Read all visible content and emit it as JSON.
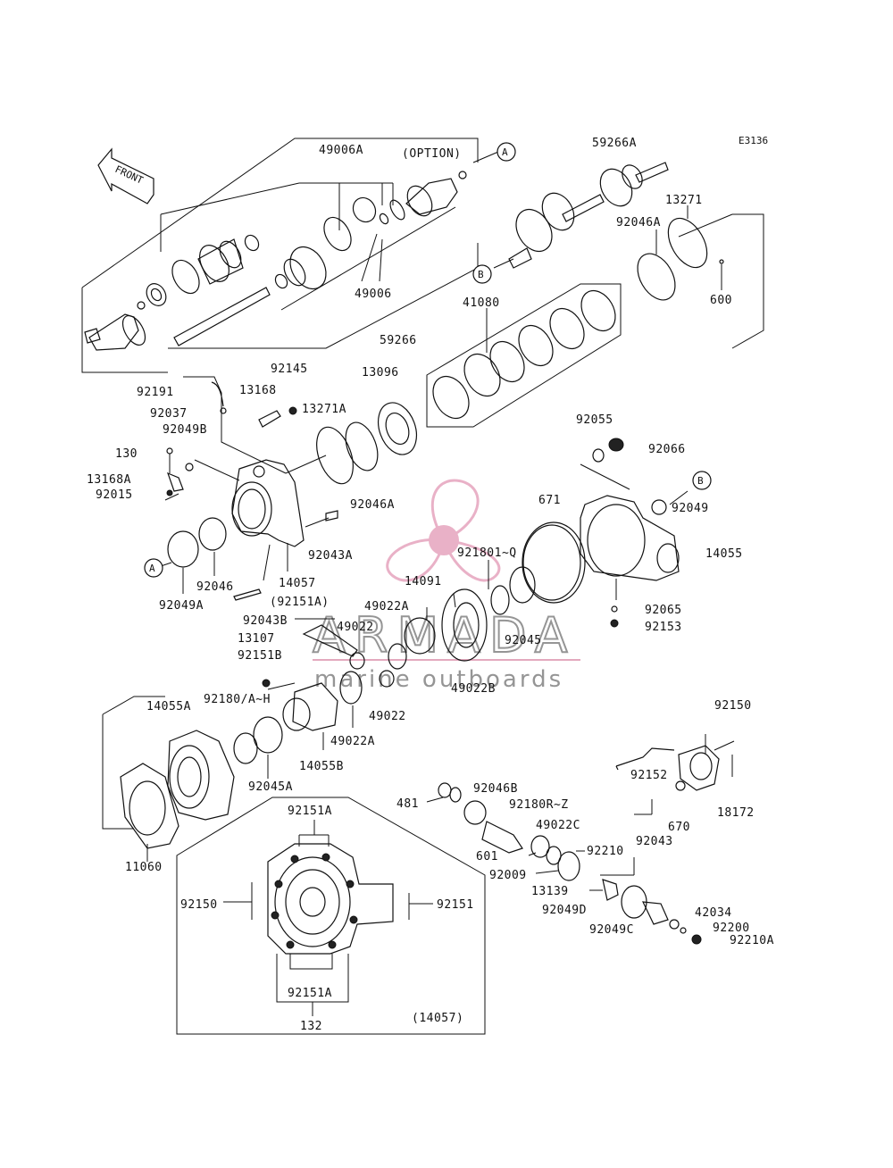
{
  "diagram_code": "E3136",
  "front_label": "FRONT",
  "option_label": "(OPTION)",
  "watermark": {
    "brand": "ARMADA",
    "tagline": "marine outboards",
    "colors": {
      "propeller": "#e7a9c1",
      "text": "#8a8a8a",
      "rule": "#e0a0b8"
    }
  },
  "callouts": {
    "a": "A",
    "b": "B"
  },
  "labels": {
    "l49006A": "49006A",
    "l59266A": "59266A",
    "l13271": "13271",
    "l92046A_top": "92046A",
    "l600": "600",
    "l49006": "49006",
    "l59266": "59266",
    "l41080": "41080",
    "l92145": "92145",
    "l92191": "92191",
    "l13168": "13168",
    "l13096": "13096",
    "l92037": "92037",
    "l13271A": "13271A",
    "l92049B": "92049B",
    "l130": "130",
    "l13168A": "13168A",
    "l92015": "92015",
    "l92046A_mid": "92046A",
    "l92055": "92055",
    "l92066": "92066",
    "l671": "671",
    "l92049": "92049",
    "l14055": "14055",
    "l92043A": "92043A",
    "l921801Q": "921801~Q",
    "l92046": "92046",
    "l14057": "14057",
    "l14091": "14091",
    "l92151A_paren": "(92151A)",
    "l92049A": "92049A",
    "l49022A_top": "49022A",
    "l92065": "92065",
    "l92153": "92153",
    "l92043B": "92043B",
    "l49022_top": "49022",
    "l92045": "92045",
    "l13107": "13107",
    "l92151B": "92151B",
    "l49022B": "49022B",
    "l92180AH": "92180/A~H",
    "l49022_bot": "49022",
    "l14055A": "14055A",
    "l49022A_bot": "49022A",
    "l92150_right": "92150",
    "l14055B": "14055B",
    "l92152": "92152",
    "l92045A": "92045A",
    "l92046B": "92046B",
    "l670": "670",
    "l18172": "18172",
    "l481": "481",
    "l92180RZ": "92180R~Z",
    "l92151A_top": "92151A",
    "l49022C": "49022C",
    "l92043": "92043",
    "l11060": "11060",
    "l601": "601",
    "l92210": "92210",
    "l92009": "92009",
    "l92150_left": "92150",
    "l92151": "92151",
    "l13139": "13139",
    "l42034": "42034",
    "l92049D": "92049D",
    "l92200": "92200",
    "l92049C": "92049C",
    "l92210A": "92210A",
    "l92151A_bot": "92151A",
    "l132": "132",
    "l14057_paren": "(14057)"
  }
}
